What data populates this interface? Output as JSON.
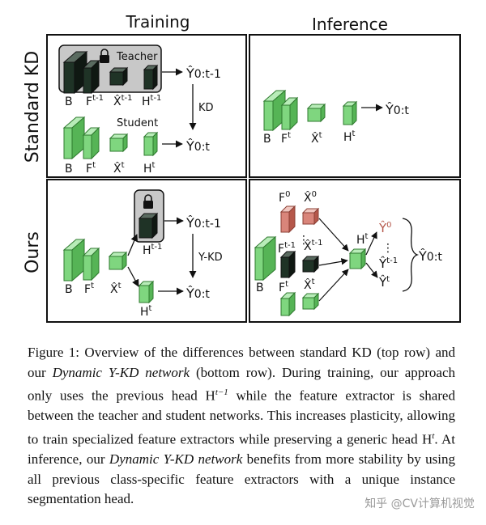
{
  "header": {
    "training": "Training",
    "inference": "Inference"
  },
  "rows": {
    "standard_kd": "Standard KD",
    "ours": "Ours"
  },
  "labels": {
    "teacher": "Teacher",
    "student": "Student",
    "kd": "KD",
    "y_kd": "Y-KD",
    "B": "B",
    "F": "F",
    "X": "X̂",
    "H": "H",
    "Y": "Ŷ",
    "sup_t": "t",
    "sup_tm1": "t-1",
    "sup_0": "0",
    "sub_0t": "0:t",
    "sub_0tm1": "0:t-1",
    "dots": "⋮"
  },
  "colors": {
    "green": "#7fd67f",
    "green_dark": "#3a8a3a",
    "dark": "#1f3326",
    "red": "#d9857a",
    "red_text": "#b5574a",
    "teacher_bg": "#c8c8c8"
  },
  "caption": {
    "label": "Figure 1:",
    "part1": " Overview of the differences between standard KD (top row) and our ",
    "em1": "Dynamic Y-KD network",
    "part2": " (bottom row). During training, our approach only uses the previous head H",
    "sup1": "t−1",
    "part3": " while the feature extractor is shared between the teacher and student networks. This increases plasticity, allowing to train specialized feature extractors while preserving a generic head H",
    "sup2": "t",
    "part4": ". At inference, our ",
    "em2": "Dynamic Y-KD network",
    "part5": " benefits from more stability by using all previous class-specific feature extractors with a unique instance segmentation head."
  },
  "watermark": "知乎 @CV计算机视觉"
}
